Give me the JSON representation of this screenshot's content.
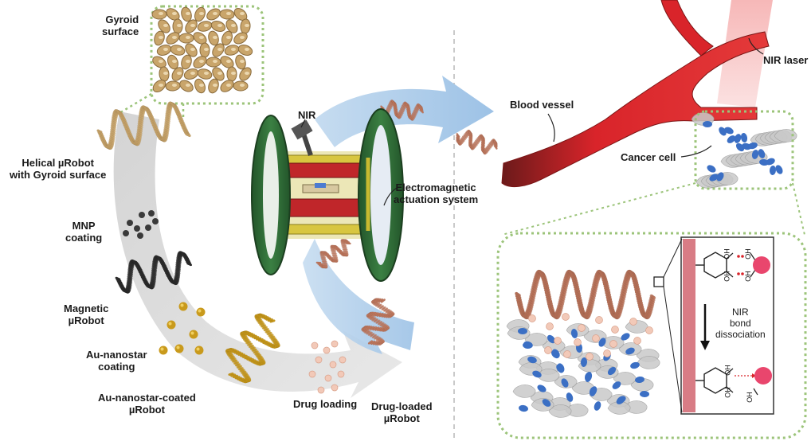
{
  "labels": {
    "gyroid_surface": [
      "Gyroid",
      "surface"
    ],
    "helical_robot": [
      "Helical µRobot",
      "with Gyroid surface"
    ],
    "mnp_coating": [
      "MNP",
      "coating"
    ],
    "magnetic_robot": [
      "Magnetic",
      "µRobot"
    ],
    "au_coating": [
      "Au-nanostar",
      "coating"
    ],
    "au_robot": [
      "Au-nanostar-coated",
      "µRobot"
    ],
    "drug_loading": "Drug loading",
    "drug_loaded_robot": [
      "Drug-loaded",
      "µRobot"
    ],
    "nir": "NIR",
    "actuation_system": [
      "Electromagnetic",
      "actuation system"
    ],
    "blood_vessel": "Blood vessel",
    "nir_laser": "NIR laser",
    "cancer_cell": "Cancer cell",
    "bond_dissociation": [
      "NIR",
      "bond",
      "dissociation"
    ],
    "hydroxyl": "OH",
    "hydroxyl_alt": "HO"
  },
  "colors": {
    "gyroid": "#c9a56b",
    "au_particle": "#c99a1c",
    "mnp": "#3a3a3a",
    "drug": "#f2c9b8",
    "coil_green": "#2f6b34",
    "frame_yellow": "#d8c640",
    "vessel_red": "#d9242a",
    "cell_blue": "#3b6fc4",
    "dotted_frame": "#9cc47a",
    "arrow_blue": "#aecdea",
    "process_gray": "#d8d8d8"
  },
  "icons": [
    "lattice-icon",
    "helix-icon",
    "coil-icon",
    "laser-icon",
    "molecule-icon"
  ]
}
